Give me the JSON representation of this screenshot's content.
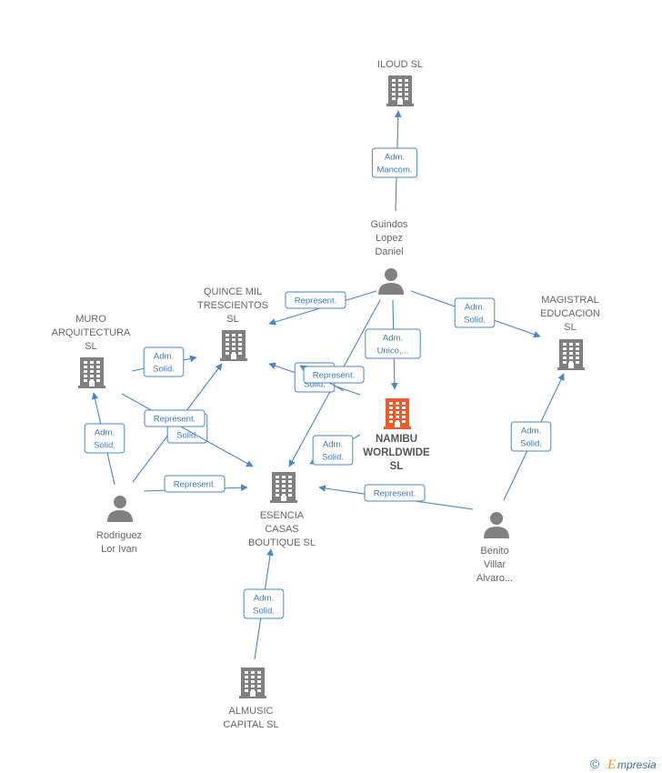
{
  "colors": {
    "edge": "#4a86c8",
    "node_gray": "#808080",
    "node_focus": "#f05a28",
    "label_gray": "#666666"
  },
  "nodes": [
    {
      "id": "iloud",
      "kind": "company",
      "label": [
        "ILOUD  SL"
      ],
      "focus": false
    },
    {
      "id": "guindos",
      "kind": "person",
      "label": [
        "Guindos",
        "Lopez",
        "Daniel"
      ],
      "focus": false
    },
    {
      "id": "quince",
      "kind": "company",
      "label": [
        "QUINCE MIL",
        "TRESCIENTOS",
        "SL"
      ],
      "focus": false
    },
    {
      "id": "muro",
      "kind": "company",
      "label": [
        "MURO",
        "ARQUITECTURA",
        "SL"
      ],
      "focus": false
    },
    {
      "id": "magistral",
      "kind": "company",
      "label": [
        "MAGISTRAL",
        "EDUCACION",
        "SL"
      ],
      "focus": false
    },
    {
      "id": "namibu",
      "kind": "company",
      "label": [
        "NAMIBU",
        "WORLDWIDE",
        "SL"
      ],
      "focus": true
    },
    {
      "id": "esencia",
      "kind": "company",
      "label": [
        "ESENCIA",
        "CASAS",
        "BOUTIQUE  SL"
      ],
      "focus": false
    },
    {
      "id": "rodriguez",
      "kind": "person",
      "label": [
        "Rodriguez",
        "Lor Ivan"
      ],
      "focus": false
    },
    {
      "id": "benito",
      "kind": "person",
      "label": [
        "Benito",
        "Villar",
        "Alvaro..."
      ],
      "focus": false
    },
    {
      "id": "almusic",
      "kind": "company",
      "label": [
        "ALMUSIC",
        "CAPITAL  SL"
      ],
      "focus": false
    }
  ],
  "edges": [
    {
      "from": "guindos",
      "to": "iloud",
      "label": [
        "Adm.",
        "Mancom."
      ]
    },
    {
      "from": "guindos",
      "to": "quince",
      "label": [
        "Represent."
      ]
    },
    {
      "from": "guindos",
      "to": "magistral",
      "label": [
        "Adm.",
        "Solid."
      ]
    },
    {
      "from": "guindos",
      "to": "namibu",
      "label": [
        "Adm.",
        "Unico,..."
      ]
    },
    {
      "from": "guindos",
      "to": "esencia",
      "label": []
    },
    {
      "from": "namibu",
      "to": "quince",
      "label": [
        "Adm.",
        "Solid."
      ]
    },
    {
      "from": "namibu",
      "to": "quince",
      "label": [
        "Represent."
      ]
    },
    {
      "from": "namibu",
      "to": "esencia",
      "label": [
        "Adm.",
        "Solid."
      ]
    },
    {
      "from": "rodriguez",
      "to": "muro",
      "label": [
        "Adm.",
        "Solid."
      ]
    },
    {
      "from": "rodriguez",
      "to": "quince",
      "label": [
        "Adm.",
        "Solid."
      ]
    },
    {
      "from": "rodriguez",
      "to": "esencia",
      "label": [
        "Represent."
      ]
    },
    {
      "from": "muro",
      "to": "quince",
      "label": [
        "Adm.",
        "Solid."
      ]
    },
    {
      "from": "muro",
      "to": "esencia",
      "label": [
        "Represent."
      ]
    },
    {
      "from": "benito",
      "to": "esencia",
      "label": [
        "Represent."
      ]
    },
    {
      "from": "benito",
      "to": "magistral",
      "label": [
        "Adm.",
        "Solid."
      ]
    },
    {
      "from": "almusic",
      "to": "esencia",
      "label": [
        "Adm.",
        "Solid."
      ]
    }
  ],
  "watermark": {
    "symbol": "©",
    "initial": "E",
    "rest": "mpresia"
  }
}
